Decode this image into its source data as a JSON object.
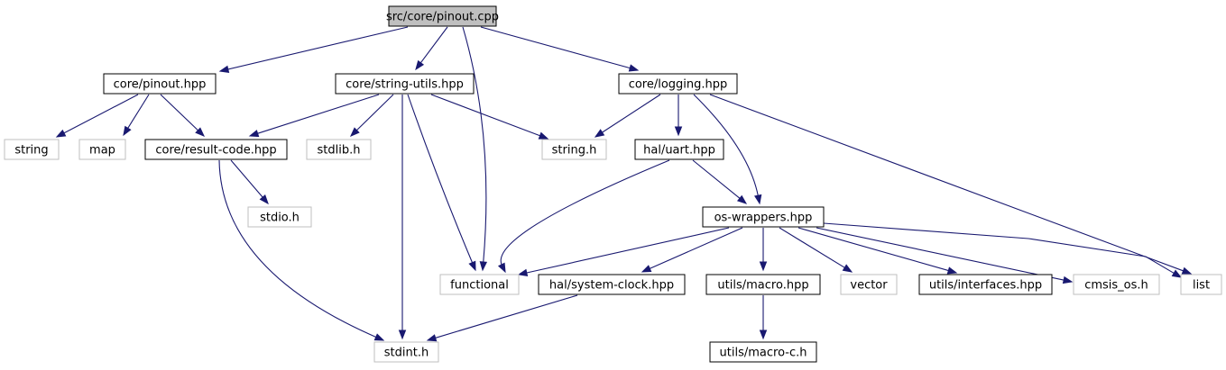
{
  "graph": {
    "colors": {
      "edge": "#191970",
      "node_border_internal": "#000000",
      "node_border_external": "#bfbfbf",
      "root_fill": "#bfbfbf",
      "node_fill": "#ffffff"
    },
    "nodes": [
      {
        "id": "root",
        "label": "src/core/pinout.cpp",
        "kind": "root"
      },
      {
        "id": "pinout_hpp",
        "label": "core/pinout.hpp",
        "kind": "internal"
      },
      {
        "id": "string_utils",
        "label": "core/string-utils.hpp",
        "kind": "internal"
      },
      {
        "id": "logging",
        "label": "core/logging.hpp",
        "kind": "internal"
      },
      {
        "id": "string",
        "label": "string",
        "kind": "external"
      },
      {
        "id": "map",
        "label": "map",
        "kind": "external"
      },
      {
        "id": "result_code",
        "label": "core/result-code.hpp",
        "kind": "internal"
      },
      {
        "id": "stdlib",
        "label": "stdlib.h",
        "kind": "external"
      },
      {
        "id": "string_h",
        "label": "string.h",
        "kind": "external"
      },
      {
        "id": "uart",
        "label": "hal/uart.hpp",
        "kind": "internal"
      },
      {
        "id": "stdio",
        "label": "stdio.h",
        "kind": "external"
      },
      {
        "id": "os_wrappers",
        "label": "os-wrappers.hpp",
        "kind": "internal"
      },
      {
        "id": "functional",
        "label": "functional",
        "kind": "external"
      },
      {
        "id": "system_clock",
        "label": "hal/system-clock.hpp",
        "kind": "internal"
      },
      {
        "id": "macro",
        "label": "utils/macro.hpp",
        "kind": "internal"
      },
      {
        "id": "vector",
        "label": "vector",
        "kind": "external"
      },
      {
        "id": "interfaces",
        "label": "utils/interfaces.hpp",
        "kind": "internal"
      },
      {
        "id": "cmsis",
        "label": "cmsis_os.h",
        "kind": "external"
      },
      {
        "id": "list",
        "label": "list",
        "kind": "external"
      },
      {
        "id": "stdint",
        "label": "stdint.h",
        "kind": "external"
      },
      {
        "id": "macro_c",
        "label": "utils/macro-c.h",
        "kind": "internal"
      }
    ],
    "edges": [
      {
        "from": "root",
        "to": "pinout_hpp"
      },
      {
        "from": "root",
        "to": "string_utils"
      },
      {
        "from": "root",
        "to": "functional"
      },
      {
        "from": "root",
        "to": "logging"
      },
      {
        "from": "pinout_hpp",
        "to": "string"
      },
      {
        "from": "pinout_hpp",
        "to": "map"
      },
      {
        "from": "pinout_hpp",
        "to": "result_code"
      },
      {
        "from": "string_utils",
        "to": "result_code"
      },
      {
        "from": "string_utils",
        "to": "stdlib"
      },
      {
        "from": "string_utils",
        "to": "string_h"
      },
      {
        "from": "string_utils",
        "to": "functional"
      },
      {
        "from": "string_utils",
        "to": "stdint"
      },
      {
        "from": "logging",
        "to": "string_h"
      },
      {
        "from": "logging",
        "to": "uart"
      },
      {
        "from": "logging",
        "to": "os_wrappers"
      },
      {
        "from": "logging",
        "to": "list"
      },
      {
        "from": "result_code",
        "to": "stdio"
      },
      {
        "from": "result_code",
        "to": "stdint"
      },
      {
        "from": "uart",
        "to": "functional"
      },
      {
        "from": "uart",
        "to": "os_wrappers"
      },
      {
        "from": "os_wrappers",
        "to": "functional"
      },
      {
        "from": "os_wrappers",
        "to": "system_clock"
      },
      {
        "from": "os_wrappers",
        "to": "macro"
      },
      {
        "from": "os_wrappers",
        "to": "vector"
      },
      {
        "from": "os_wrappers",
        "to": "interfaces"
      },
      {
        "from": "os_wrappers",
        "to": "cmsis"
      },
      {
        "from": "os_wrappers",
        "to": "list"
      },
      {
        "from": "system_clock",
        "to": "stdint"
      },
      {
        "from": "macro",
        "to": "macro_c"
      }
    ]
  }
}
